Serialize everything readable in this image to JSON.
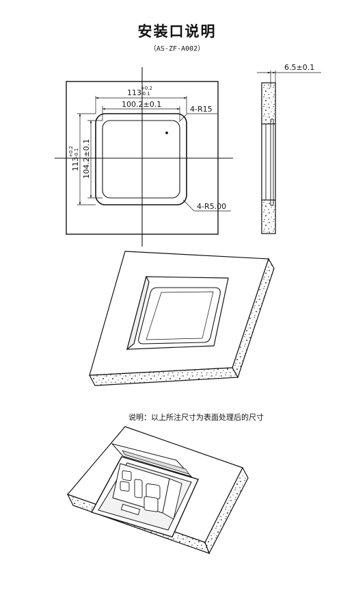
{
  "header": {
    "title": "安装口说明",
    "model": "（AS-ZF-A002）"
  },
  "drawing": {
    "dim_outer_w_base": "113",
    "dim_outer_w_tol_up": "+0.2",
    "dim_outer_w_tol_down": "-0.1",
    "dim_inner_w": "100.2±0.1",
    "dim_outer_h_base": "113",
    "dim_outer_h_tol_up": "+0.2",
    "dim_outer_h_tol_down": "-0.1",
    "dim_inner_h": "104.2±0.1",
    "corner_r15": "4-R15",
    "corner_r5": "4-R5.00",
    "depth": "6.5±0.1"
  },
  "note": "说明：以上所注尺寸为表面处理后的尺寸",
  "colors": {
    "line": "#111111",
    "paper": "#ffffff",
    "speckle": "#333333"
  }
}
